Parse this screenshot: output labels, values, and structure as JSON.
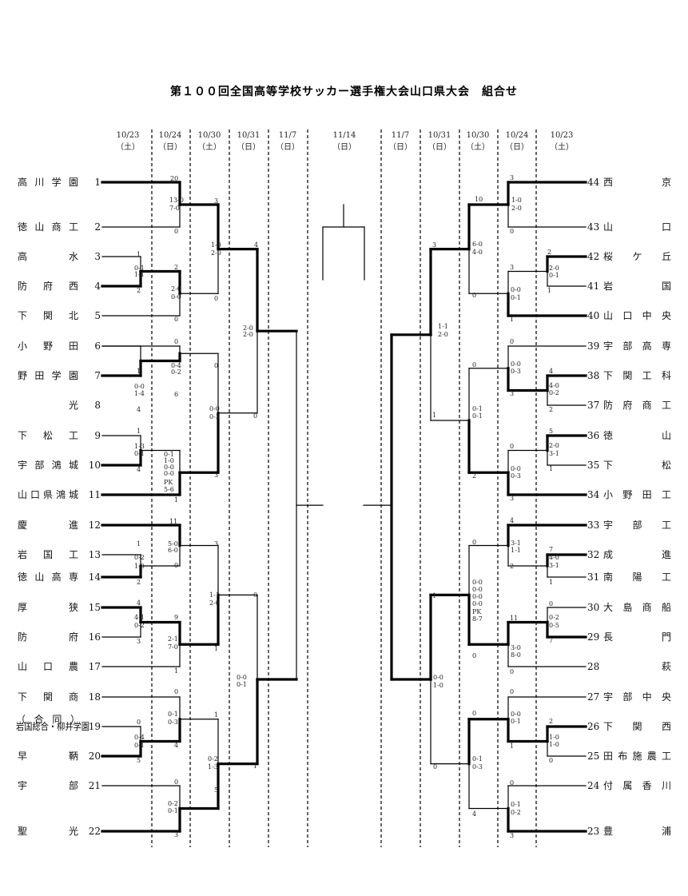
{
  "title": "第１００回全国高等学校サッカー選手権大会山口県大会　組合せ",
  "date_headers": [
    {
      "date": "10/23",
      "day": "（土）"
    },
    {
      "date": "10/24",
      "day": "（日）"
    },
    {
      "date": "10/30",
      "day": "（土）"
    },
    {
      "date": "10/31",
      "day": "（日）"
    },
    {
      "date": "11/7",
      "day": "（日）"
    },
    {
      "date": "11/14",
      "day": "（日）"
    },
    {
      "date": "11/7",
      "day": "（日）"
    },
    {
      "date": "10/31",
      "day": "（日）"
    },
    {
      "date": "10/30",
      "day": "（土）"
    },
    {
      "date": "10/24",
      "day": "（日）"
    },
    {
      "date": "10/23",
      "day": "（土）"
    }
  ],
  "left_teams": [
    {
      "num": "1",
      "name": "高川学園"
    },
    {
      "num": "2",
      "name": "徳山商工"
    },
    {
      "num": "3",
      "name": "高　水"
    },
    {
      "num": "4",
      "name": "防府西"
    },
    {
      "num": "5",
      "name": "下関北"
    },
    {
      "num": "6",
      "name": "小野田"
    },
    {
      "num": "7",
      "name": "野田学園"
    },
    {
      "num": "8",
      "name": "光"
    },
    {
      "num": "9",
      "name": "下松工"
    },
    {
      "num": "10",
      "name": "宇部鴻城"
    },
    {
      "num": "11",
      "name": "山口県鴻城"
    },
    {
      "num": "12",
      "name": "慶　進"
    },
    {
      "num": "13",
      "name": "岩国工"
    },
    {
      "num": "14",
      "name": "徳山高専"
    },
    {
      "num": "15",
      "name": "厚　狭"
    },
    {
      "num": "16",
      "name": "防　府"
    },
    {
      "num": "17",
      "name": "山口農"
    },
    {
      "num": "18",
      "name": "下関商"
    },
    {
      "num": "19",
      "name": "岩国総合・柳井学園",
      "note": "（　合　同　）"
    },
    {
      "num": "20",
      "name": "早　鞆"
    },
    {
      "num": "21",
      "name": "宇　部"
    },
    {
      "num": "22",
      "name": "聖　光"
    }
  ],
  "right_teams": [
    {
      "num": "44",
      "name": "西　京"
    },
    {
      "num": "43",
      "name": "山　口"
    },
    {
      "num": "42",
      "name": "桜ケ丘"
    },
    {
      "num": "41",
      "name": "岩　国"
    },
    {
      "num": "40",
      "name": "山口中央"
    },
    {
      "num": "39",
      "name": "宇部高専"
    },
    {
      "num": "38",
      "name": "下関工科"
    },
    {
      "num": "37",
      "name": "防府商工"
    },
    {
      "num": "36",
      "name": "徳　山"
    },
    {
      "num": "35",
      "name": "下　松"
    },
    {
      "num": "34",
      "name": "小野田工"
    },
    {
      "num": "33",
      "name": "宇部工"
    },
    {
      "num": "32",
      "name": "成　進"
    },
    {
      "num": "31",
      "name": "南陽工"
    },
    {
      "num": "30",
      "name": "大島商船"
    },
    {
      "num": "29",
      "name": "長　門"
    },
    {
      "num": "28",
      "name": "萩"
    },
    {
      "num": "27",
      "name": "宇部中央"
    },
    {
      "num": "26",
      "name": "下関西"
    },
    {
      "num": "25",
      "name": "田布施農工"
    },
    {
      "num": "24",
      "name": "付属香川"
    },
    {
      "num": "23",
      "name": "豊　浦"
    }
  ],
  "scores": {
    "left": [
      "20",
      "13-0",
      "7-0",
      "0",
      "3",
      "1-0",
      "2-0",
      "0",
      "4",
      "1",
      "0-1",
      "1-1",
      "2",
      "2",
      "2-0",
      "0-0",
      "0",
      "0",
      "0-4",
      "0-2",
      "6",
      "0",
      "0-0",
      "0-3",
      "0",
      "2-0",
      "2-0",
      "1",
      "0-0",
      "1-4",
      "4",
      "1",
      "1-3",
      "0-1",
      "4",
      "0-1",
      "1-0",
      "0-0",
      "0-0",
      "PK",
      "5-6",
      "1",
      "3",
      "11",
      "5-0",
      "6-0",
      "0",
      "3",
      "1-1",
      "2-0",
      "0",
      "1",
      "0-2",
      "1-0",
      "2",
      "4",
      "4-1",
      "0-2",
      "3",
      "9",
      "2-1",
      "7-0",
      "1",
      "1",
      "0-0",
      "0-1",
      "0",
      "0-1",
      "0-3",
      "4",
      "1",
      "0",
      "0-4",
      "0-1",
      "5",
      "0",
      "0-2",
      "0-1",
      "3",
      "0-2",
      "1-3",
      "5",
      "1"
    ],
    "right": [
      "3",
      "1-0",
      "2-0",
      "0",
      "10",
      "6-0",
      "4-0",
      "0",
      "3",
      "2",
      "2-0",
      "0-1",
      "1",
      "3",
      "0-0",
      "0-1",
      "1",
      "1-1",
      "2-0",
      "0",
      "0-0",
      "0-3",
      "3",
      "4",
      "4-0",
      "0-2",
      "2",
      "0",
      "0-1",
      "0-1",
      "2",
      "1",
      "5",
      "2-0",
      "3-1",
      "1",
      "0",
      "0-0",
      "0-3",
      "3",
      "4",
      "3-1",
      "1-1",
      "2",
      "7",
      "4-0",
      "3-1",
      "1",
      "0",
      "0-0",
      "0-0",
      "0-0",
      "0-0",
      "PK",
      "8-7",
      "0",
      "1",
      "0",
      "0-2",
      "0-5",
      "7",
      "11",
      "3-0",
      "8-0",
      "0",
      "0-0",
      "1-0",
      "0",
      "0-0",
      "0-1",
      "1",
      "2",
      "1-0",
      "1-0",
      "0",
      "0",
      "0-1",
      "0-3",
      "4",
      "0",
      "0-1",
      "0-2",
      "3",
      "0"
    ]
  }
}
